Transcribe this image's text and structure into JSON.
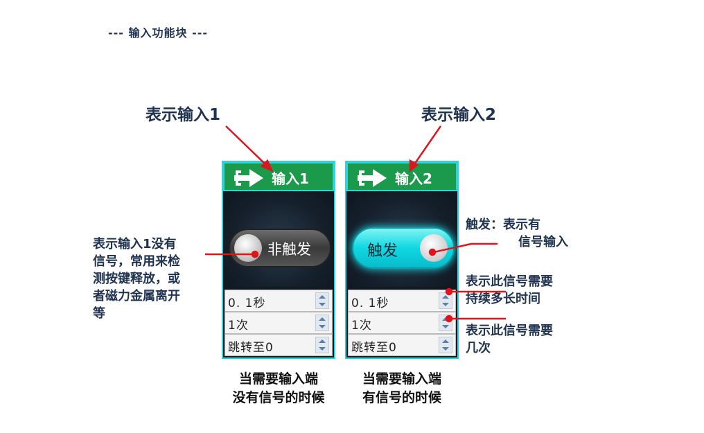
{
  "header": {
    "title": "--- 输入功能块 ---"
  },
  "labels": {
    "left_block": "表示输入1",
    "right_block": "表示输入2"
  },
  "blocks": [
    {
      "title": "输入1",
      "toggle": {
        "state": "off",
        "label": "非触发"
      },
      "fields": [
        {
          "value": "0. 1秒"
        },
        {
          "value": "1次"
        },
        {
          "value": "跳转至0"
        }
      ],
      "caption": [
        "当需要输入端",
        "没有信号的时候"
      ]
    },
    {
      "title": "输入2",
      "toggle": {
        "state": "on",
        "label": "触发"
      },
      "fields": [
        {
          "value": "0. 1秒"
        },
        {
          "value": "1次"
        },
        {
          "value": "跳转至0"
        }
      ],
      "caption": [
        "当需要输入端",
        "有信号的时候"
      ]
    }
  ],
  "notes": {
    "left": [
      "表示输入1没有",
      "信号，常用来检",
      "测按键释放，或",
      "者磁力金属离开",
      "等"
    ],
    "trigger": [
      "触发：表示有",
      "信号输入"
    ],
    "duration": [
      "表示此信号需要",
      "持续多长时间"
    ],
    "count": [
      "表示此信号需要",
      "几次"
    ]
  },
  "colors": {
    "accent_green": "#1a9a4a",
    "border_cyan": "#2fd3d8",
    "arrow_red": "#e0141c",
    "text_navy": "#1f3350"
  },
  "icons": {
    "title_icon": "input-arrow-icon"
  }
}
